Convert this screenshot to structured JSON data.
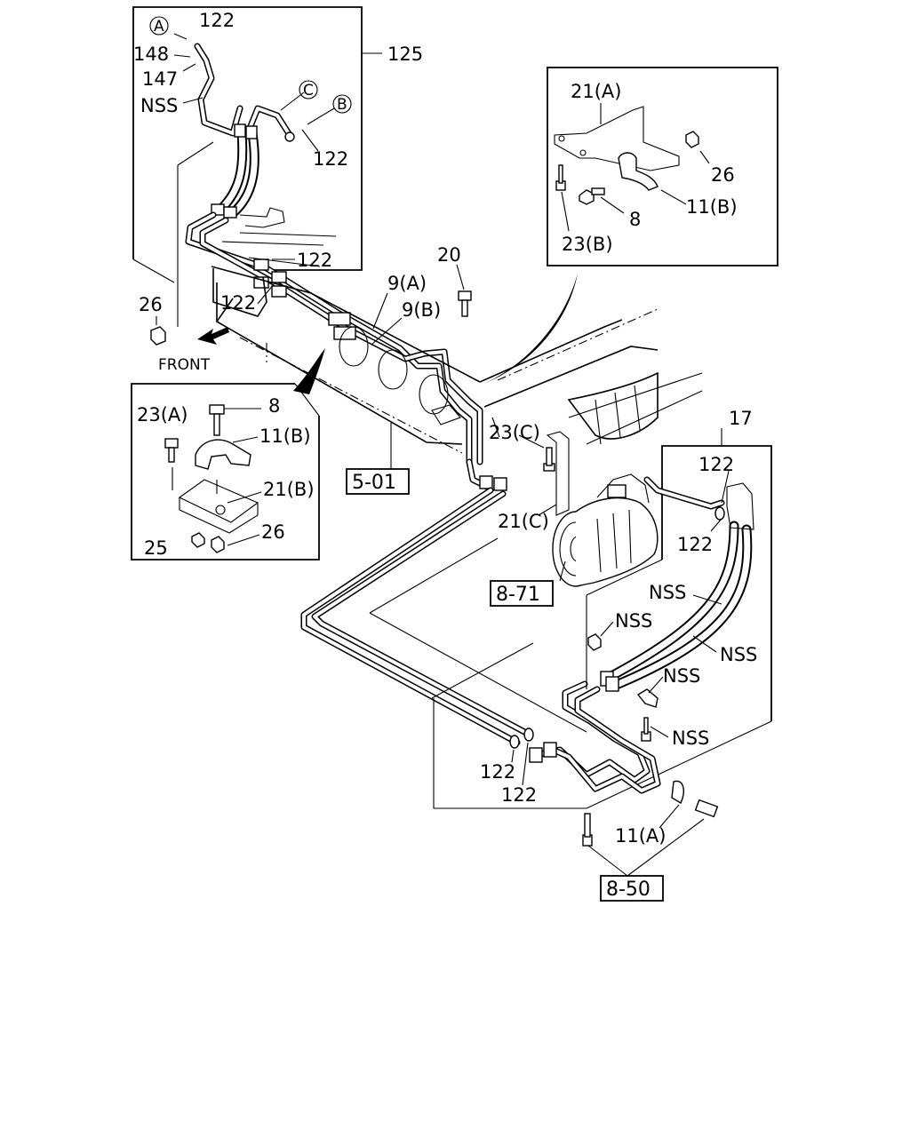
{
  "diagram": {
    "direction_label": "FRONT",
    "callouts": {
      "c122_top": "122",
      "c148": "148",
      "c147": "147",
      "nss_top": "NSS",
      "c125": "125",
      "c122_right_top": "122",
      "c122_mid": "122",
      "c122_left_mid": "122",
      "c26_left": "26",
      "c20": "20",
      "c9a": "9(A)",
      "c9b": "9(B)",
      "c23c": "23(C)",
      "c21c": "21(C)",
      "c17": "17",
      "c122_comp_a": "122",
      "c122_comp_b": "122",
      "nss_hose_a": "NSS",
      "nss_nut": "NSS",
      "nss_hose_b": "NSS",
      "nss_clip": "NSS",
      "nss_bolt": "NSS",
      "c122_bottom_a": "122",
      "c122_bottom_b": "122",
      "c11a": "11(A)"
    },
    "circle_markers": {
      "marker_a": "A",
      "marker_b": "B",
      "marker_c": "C"
    },
    "detail_right": {
      "c21a": "21(A)",
      "c26": "26",
      "c11b": "11(B)",
      "c8": "8",
      "c23b": "23(B)"
    },
    "detail_left": {
      "c23a": "23(A)",
      "c8": "8",
      "c11b": "11(B)",
      "c21b": "21(B)",
      "c25": "25",
      "c26": "26"
    },
    "references": {
      "ref_501": "5-01",
      "ref_871": "8-71",
      "ref_850": "8-50"
    }
  }
}
